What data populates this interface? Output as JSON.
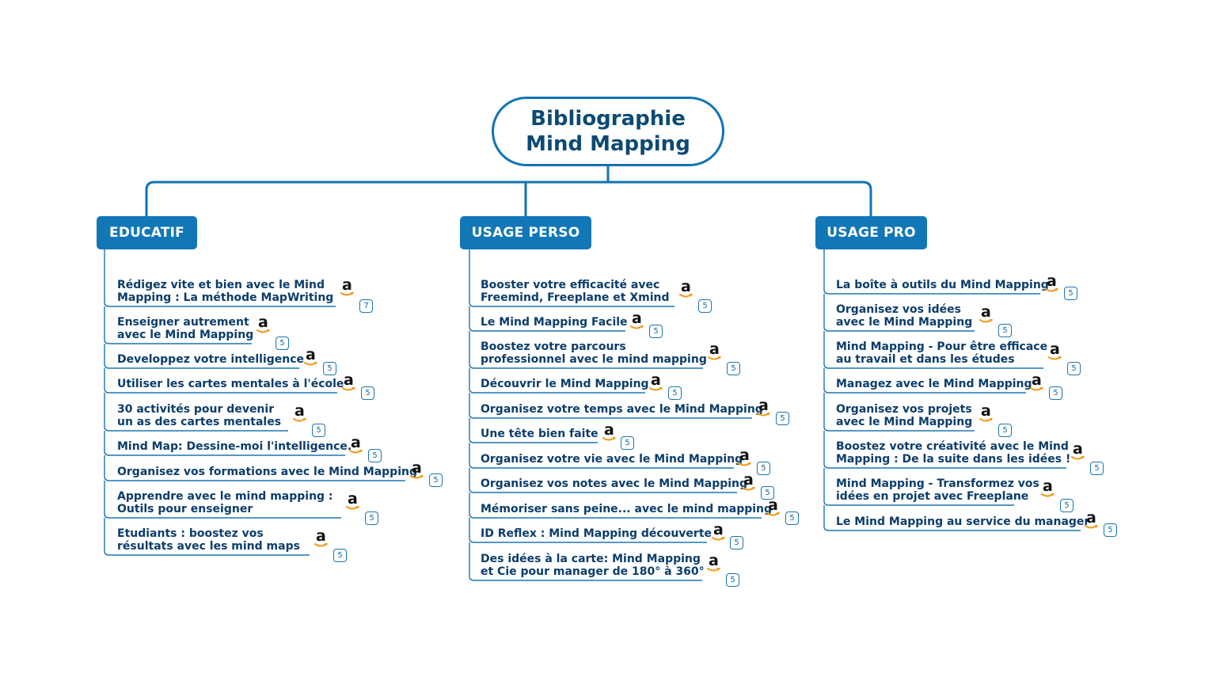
{
  "title_lines": [
    "Bibliographie",
    "Mind Mapping"
  ],
  "colors": {
    "branch": "#1177b7",
    "connector": "#1173b3",
    "text": "#0b3d6b",
    "underline": "#1a76b0",
    "amazon_smile": "#f29b1d"
  },
  "icon": "amazon-icon",
  "branches": [
    {
      "label": "EDUCATIF",
      "topics": [
        {
          "lines": [
            "Rédigez vite et bien avec le Mind",
            "Mapping : La méthode MapWriting"
          ],
          "badge": "7"
        },
        {
          "lines": [
            "Enseigner autrement",
            "avec le Mind Mapping"
          ],
          "badge": "5"
        },
        {
          "lines": [
            "Developpez votre intelligence"
          ],
          "badge": "5"
        },
        {
          "lines": [
            "Utiliser les cartes mentales à l'école"
          ],
          "badge": "5"
        },
        {
          "lines": [
            "30 activités pour devenir",
            "un as des cartes mentales"
          ],
          "badge": "5"
        },
        {
          "lines": [
            "Mind Map: Dessine-moi l'intelligence."
          ],
          "badge": "5"
        },
        {
          "lines": [
            "Organisez vos formations avec le Mind Mapping"
          ],
          "badge": "5"
        },
        {
          "lines": [
            "Apprendre avec le mind mapping :",
            "Outils pour enseigner"
          ],
          "badge": "5"
        },
        {
          "lines": [
            "Etudiants : boostez vos",
            "résultats avec les mind maps"
          ],
          "badge": "5"
        }
      ]
    },
    {
      "label": "USAGE PERSO",
      "topics": [
        {
          "lines": [
            "Booster votre efficacité avec",
            "Freemind, Freeplane et Xmind"
          ],
          "badge": "5"
        },
        {
          "lines": [
            "Le Mind Mapping Facile"
          ],
          "badge": "5"
        },
        {
          "lines": [
            "Boostez votre parcours",
            "professionnel avec le mind mapping"
          ],
          "badge": "5"
        },
        {
          "lines": [
            "Découvrir le Mind Mapping"
          ],
          "badge": "5"
        },
        {
          "lines": [
            "Organisez votre temps avec le Mind Mapping"
          ],
          "badge": "5"
        },
        {
          "lines": [
            "Une tête bien faite"
          ],
          "badge": "5"
        },
        {
          "lines": [
            "Organisez votre vie avec le Mind Mapping"
          ],
          "badge": "5"
        },
        {
          "lines": [
            "Organisez vos notes avec le Mind Mapping"
          ],
          "badge": "5"
        },
        {
          "lines": [
            "Mémoriser sans peine... avec le mind mapping"
          ],
          "badge": "5"
        },
        {
          "lines": [
            "ID Reflex : Mind Mapping découverte"
          ],
          "badge": "5"
        },
        {
          "lines": [
            "Des idées à la carte: Mind Mapping",
            "et Cie pour manager de 180° à 360°"
          ],
          "badge": "5"
        }
      ]
    },
    {
      "label": "USAGE PRO",
      "topics": [
        {
          "lines": [
            "La boîte à outils du Mind Mapping"
          ],
          "badge": "5"
        },
        {
          "lines": [
            "Organisez vos idées",
            "avec le Mind Mapping"
          ],
          "badge": "5"
        },
        {
          "lines": [
            "Mind Mapping - Pour être efficace",
            "au travail et dans les études"
          ],
          "badge": "5"
        },
        {
          "lines": [
            "Managez avec le Mind Mapping"
          ],
          "badge": "5"
        },
        {
          "lines": [
            "Organisez vos projets",
            "avec le Mind Mapping"
          ],
          "badge": "5"
        },
        {
          "lines": [
            "Boostez votre créativité avec le Mind",
            "Mapping : De la suite dans les idées !"
          ],
          "badge": "5"
        },
        {
          "lines": [
            "Mind Mapping - Transformez vos",
            "idées en projet avec Freeplane"
          ],
          "badge": "5"
        },
        {
          "lines": [
            "Le Mind Mapping au service du manager"
          ],
          "badge": "5"
        }
      ]
    }
  ]
}
